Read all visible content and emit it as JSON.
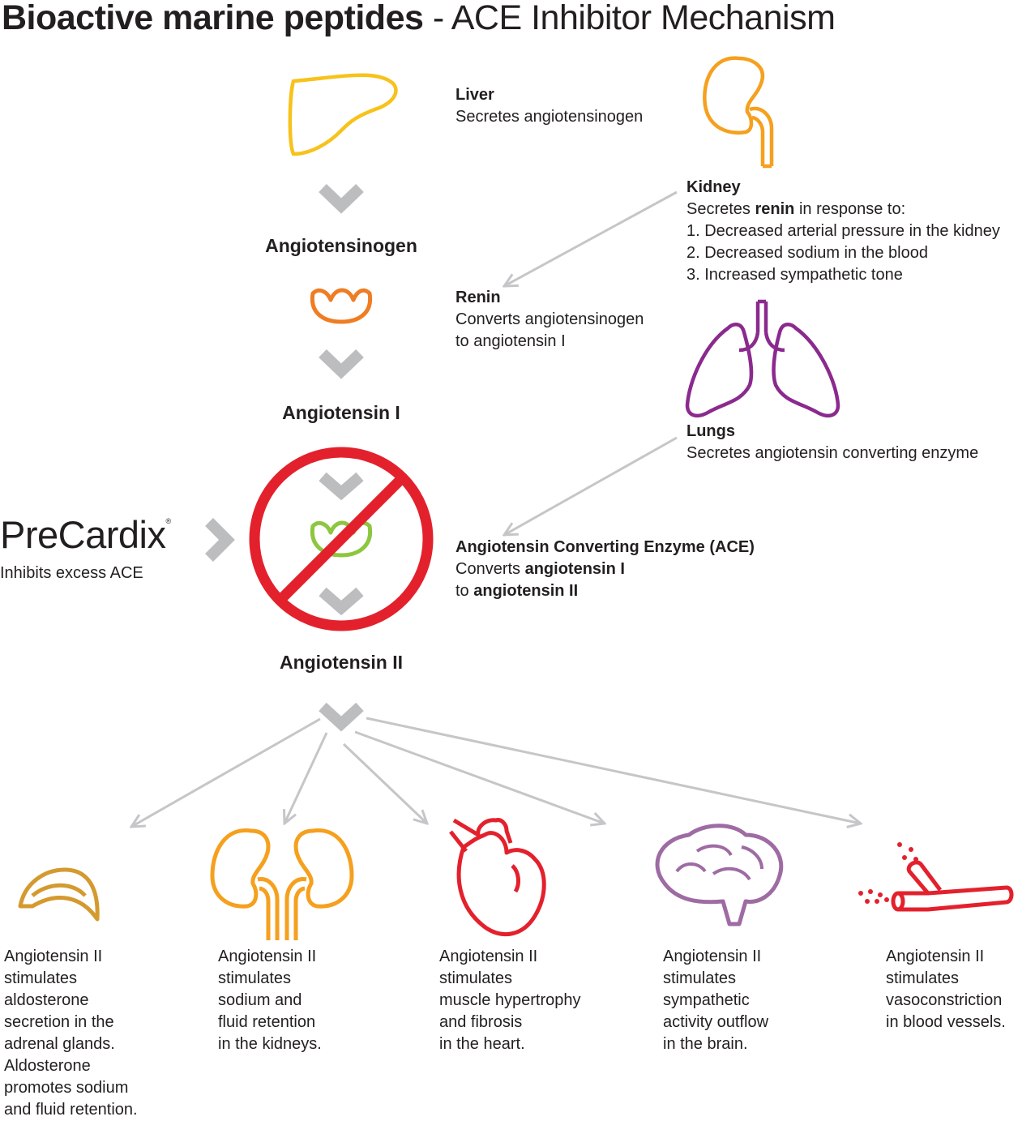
{
  "title": {
    "bold": "Bioactive marine peptides",
    "regular": "- ACE Inhibitor Mechanism"
  },
  "flow": {
    "angiotensinogen": "Angiotensinogen",
    "angiotensin_i": "Angiotensin I",
    "angiotensin_ii": "Angiotensin II"
  },
  "liver": {
    "heading": "Liver",
    "text": "Secretes angiotensinogen"
  },
  "kidney": {
    "heading": "Kidney",
    "text_before": "Secretes ",
    "text_bold": "renin",
    "text_after": " in response to:",
    "items": [
      "1. Decreased arterial pressure in the kidney",
      "2. Decreased sodium in the blood",
      "3. Increased sympathetic tone"
    ]
  },
  "renin": {
    "heading": "Renin",
    "line1": "Converts angiotensinogen",
    "line2": "to angiotensin I"
  },
  "lungs": {
    "heading": "Lungs",
    "text": "Secretes angiotensin converting enzyme"
  },
  "ace": {
    "heading": "Angiotensin Converting Enzyme (ACE)",
    "line1_pre": "Converts ",
    "line1_bold": "angiotensin I",
    "line2_pre": "to ",
    "line2_bold": "angiotensin II"
  },
  "brand": {
    "name": "PreCardix",
    "mark": "®",
    "tagline": "Inhibits excess ACE"
  },
  "effects": [
    [
      "Angiotensin II",
      "stimulates",
      "aldosterone",
      "secretion in the",
      "adrenal glands.",
      "Aldosterone",
      "promotes sodium",
      "and fluid retention."
    ],
    [
      "Angiotensin II",
      "stimulates",
      "sodium and",
      "fluid retention",
      "in the kidneys."
    ],
    [
      "Angiotensin II",
      "stimulates",
      "muscle hypertrophy",
      "and fibrosis",
      "in the heart."
    ],
    [
      "Angiotensin II",
      "stimulates",
      "sympathetic",
      "activity outflow",
      "in the brain."
    ],
    [
      "Angiotensin II",
      "stimulates",
      "vasoconstriction",
      "in blood vessels."
    ]
  ],
  "colors": {
    "liver": "#f7c21b",
    "kidney": "#f5a01e",
    "renin": "#ee7d24",
    "lungs": "#8b2a8e",
    "ace": "#8dc63f",
    "no_sign": "#e3212d",
    "chevron": "#bcbdbf",
    "arrow": "#c5c6c8",
    "adrenal": "#d49a30",
    "heart": "#e3212d",
    "brain": "#9e6ba3",
    "vessel": "#e3212d"
  },
  "icons": [
    "liver-icon",
    "kidney-icon",
    "renin-enzyme-icon",
    "lungs-icon",
    "ace-enzyme-icon",
    "no-sign-icon",
    "adrenal-gland-icon",
    "kidneys-icon",
    "heart-icon",
    "brain-icon",
    "blood-vessel-icon"
  ]
}
